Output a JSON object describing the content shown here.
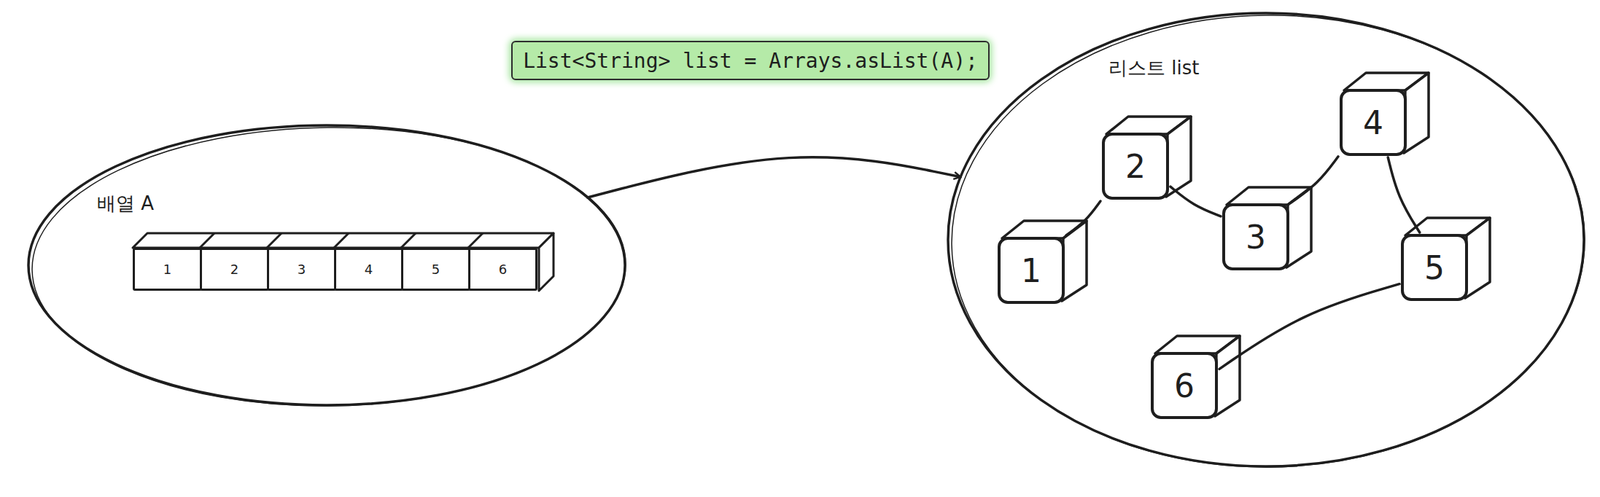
{
  "diagram": {
    "nodes": [
      {
        "text": [
          "List<String> list = Arrays.asList(A);"
        ]
      },
      {
        "text": [
          "배열 A"
        ]
      },
      {
        "text": [
          "1"
        ],
        "in": 1
      },
      {
        "text": [
          "2"
        ],
        "in": 1
      },
      {
        "text": [
          "3"
        ],
        "in": 1
      },
      {
        "text": [
          "4"
        ],
        "in": 1
      },
      {
        "text": [
          "5"
        ],
        "in": 1
      },
      {
        "text": [
          "6"
        ],
        "in": 1
      },
      {
        "text": [
          "리스트 list"
        ]
      },
      {
        "text": [
          "1"
        ],
        "in": 8
      },
      {
        "text": [
          "2"
        ],
        "in": 8
      },
      {
        "text": [
          "3"
        ],
        "in": 8
      },
      {
        "text": [
          "4"
        ],
        "in": 8
      },
      {
        "text": [
          "5"
        ],
        "in": 8
      },
      {
        "text": [
          "6"
        ],
        "in": 8
      }
    ],
    "edges": [
      {
        "from": 1,
        "to": 8,
        "arrow": "to"
      },
      {
        "from": 9,
        "to": 10,
        "arrow": "none"
      },
      {
        "from": 10,
        "to": 11,
        "arrow": "none"
      },
      {
        "from": 11,
        "to": 12,
        "arrow": "none"
      },
      {
        "from": 12,
        "to": 13,
        "arrow": "none"
      },
      {
        "from": 13,
        "to": 14,
        "arrow": "none"
      }
    ]
  }
}
